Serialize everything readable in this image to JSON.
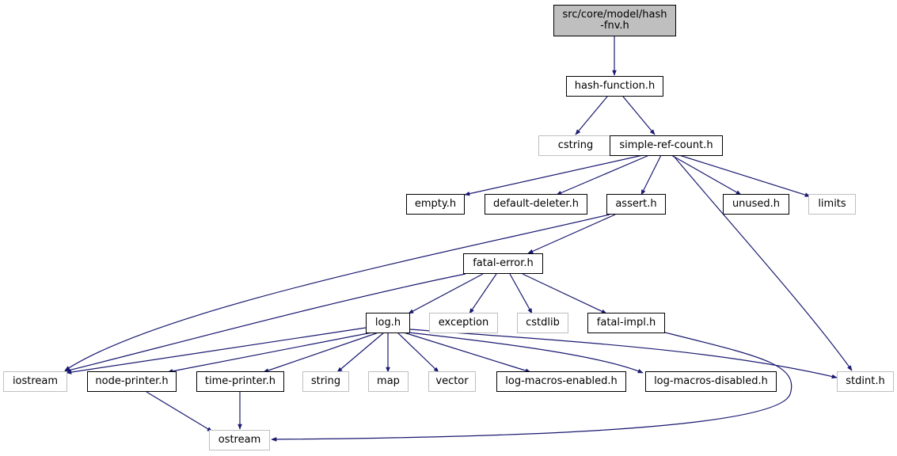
{
  "graph": {
    "root": {
      "line1": "src/core/model/hash",
      "line2": "-fnv.h"
    },
    "nodes": {
      "hash_function": "hash-function.h",
      "cstring": "cstring",
      "simple_ref_count": "simple-ref-count.h",
      "empty": "empty.h",
      "default_deleter": "default-deleter.h",
      "assert": "assert.h",
      "unused": "unused.h",
      "limits": "limits",
      "fatal_error": "fatal-error.h",
      "log": "log.h",
      "exception": "exception",
      "cstdlib": "cstdlib",
      "fatal_impl": "fatal-impl.h",
      "iostream": "iostream",
      "node_printer": "node-printer.h",
      "time_printer": "time-printer.h",
      "string": "string",
      "map": "map",
      "vector": "vector",
      "log_macros_enabled": "log-macros-enabled.h",
      "log_macros_disabled": "log-macros-disabled.h",
      "stdint": "stdint.h",
      "ostream": "ostream"
    },
    "edge_color": "#191970",
    "root_fill": "#bfbfbf",
    "external_border": "#bfbfbf"
  }
}
